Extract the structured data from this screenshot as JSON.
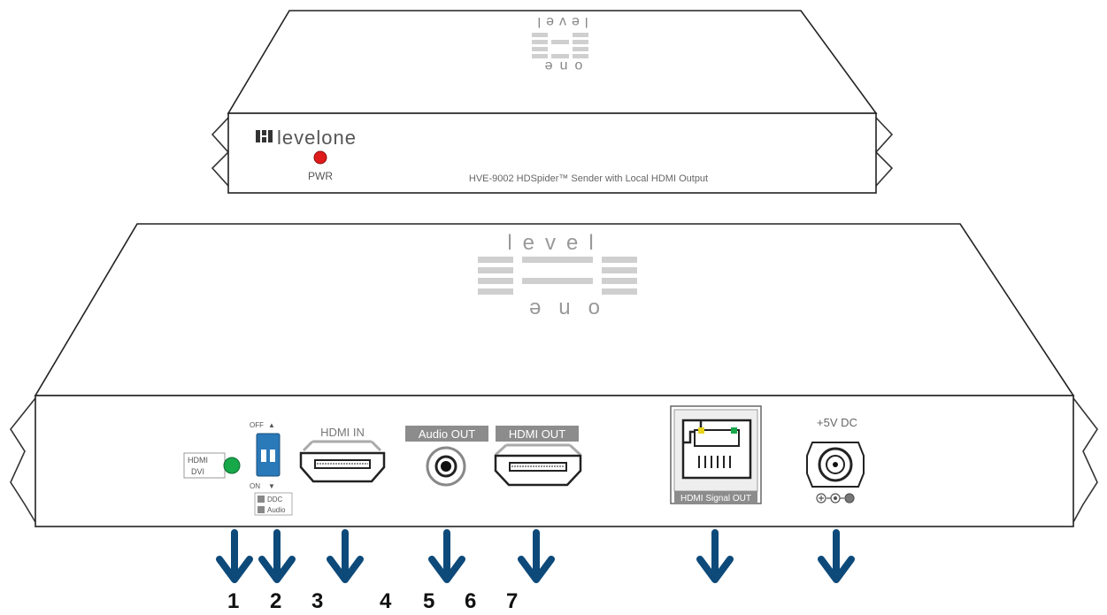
{
  "top_unit": {
    "brand": "levelone",
    "pwr_label": "PWR",
    "model_text": "HVE-9002 HDSpider™ Sender with Local HDMI Output",
    "logo_top_text": "level",
    "logo_bottom_text": "one"
  },
  "bottom_unit": {
    "logo_top_text": "level",
    "logo_bottom_text": "one",
    "led_label_hdmi": "HDMI",
    "led_label_dvi": "DVI",
    "switch_off_label": "OFF",
    "switch_on_label": "ON",
    "switch_option_1": "DDC",
    "switch_option_2": "Audio",
    "hdmi_in_label": "HDMI IN",
    "audio_out_label": "Audio OUT",
    "hdmi_out_label": "HDMI OUT",
    "rj45_label": "HDMI Signal OUT",
    "dc_label": "+5V DC"
  },
  "numbers": [
    "1",
    "2",
    "3",
    "4",
    "5",
    "6",
    "7"
  ],
  "colors": {
    "arrow": "#0d4a7a",
    "switch": "#2a79b9",
    "led_green": "#17a84a",
    "led_red": "#e01b1b",
    "label_bg": "#8c8c8c"
  }
}
